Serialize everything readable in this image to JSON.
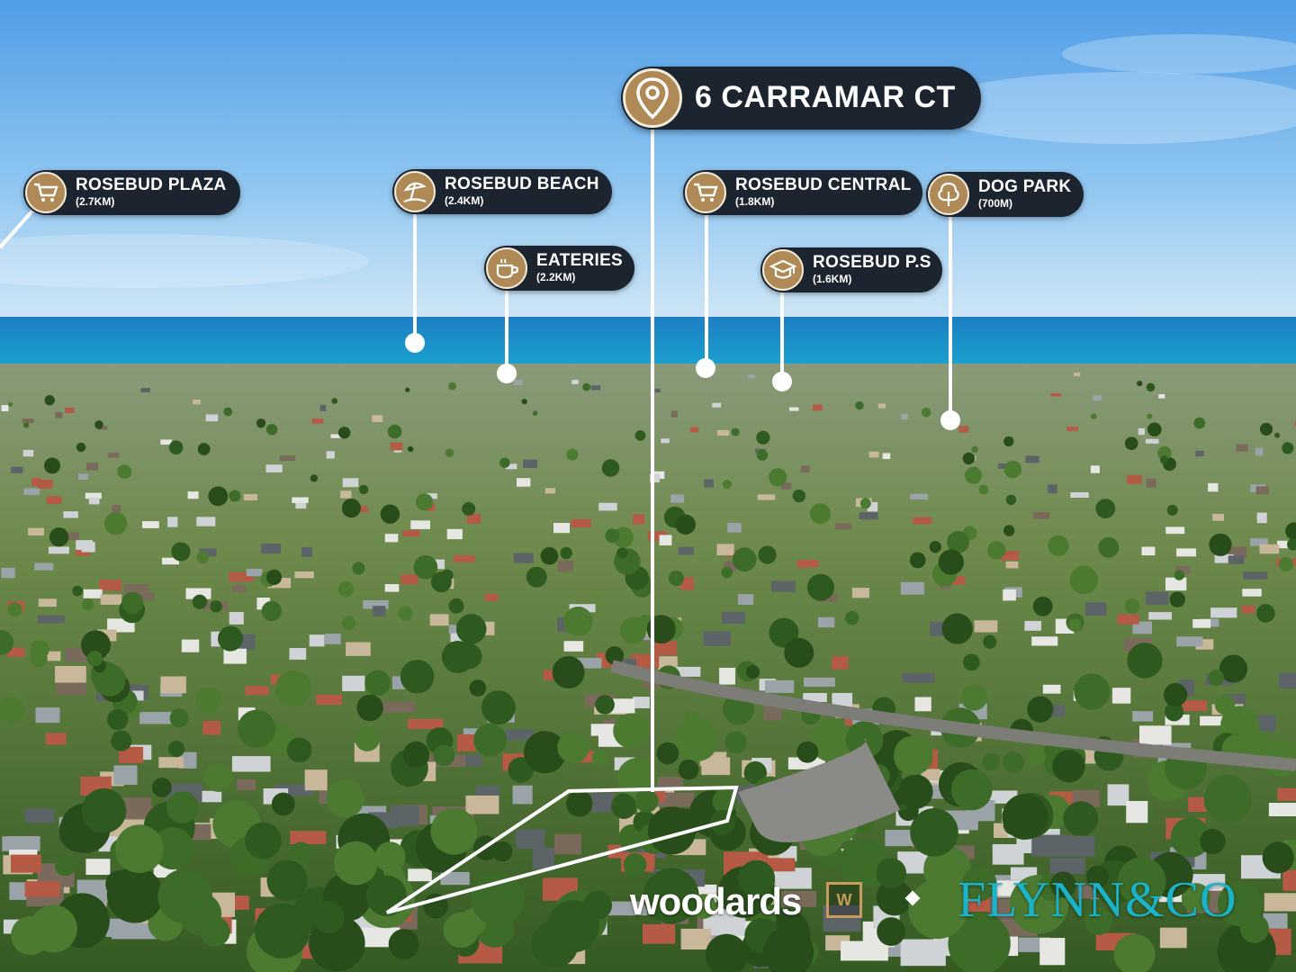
{
  "subject": {
    "icon": "location-pin-icon",
    "address": "6 CARRAMAR CT"
  },
  "points_of_interest": [
    {
      "id": "plaza",
      "icon": "shopping-cart-icon",
      "name": "ROSEBUD PLAZA",
      "distance": "(2.7KM)"
    },
    {
      "id": "beach",
      "icon": "beach-umbrella-icon",
      "name": "ROSEBUD BEACH",
      "distance": "(2.4KM)"
    },
    {
      "id": "eateries",
      "icon": "coffee-cup-icon",
      "name": "EATERIES",
      "distance": "(2.2KM)"
    },
    {
      "id": "central",
      "icon": "shopping-cart-icon",
      "name": "ROSEBUD CENTRAL",
      "distance": "(1.8KM)"
    },
    {
      "id": "school",
      "icon": "graduation-cap-icon",
      "name": "ROSEBUD P.S",
      "distance": "(1.6KM)"
    },
    {
      "id": "dogpark",
      "icon": "tree-icon",
      "name": "DOG PARK",
      "distance": "(700M)"
    }
  ],
  "branding": {
    "agency_1": "woodards",
    "agency_1_logo_text": "W",
    "agency_2": "FLYNN&CO"
  },
  "colors": {
    "label_bg": "#1c2430",
    "icon_gold": "#b08a56",
    "flynn_teal": "#1bb3c9"
  }
}
